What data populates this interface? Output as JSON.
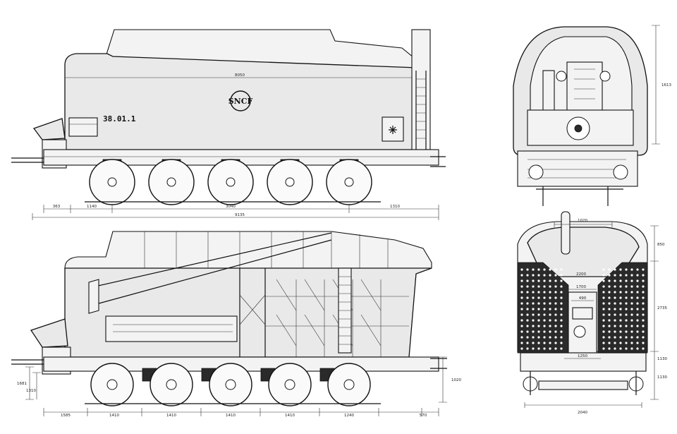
{
  "side_elevation": {
    "running_number": "38.01.1",
    "logo": "SNCF",
    "dim_top": "8050",
    "dim_bottom": [
      "363",
      "1140",
      "3040",
      "1310"
    ],
    "dim_total": "9135"
  },
  "side_section": {
    "dim_bottom": [
      "1585",
      "1410",
      "1410",
      "1410",
      "1410",
      "1240",
      "570"
    ],
    "dim_left": [
      "1681",
      "1310"
    ],
    "dim_right": "1020"
  },
  "end_view_rear": {
    "dim_right": "1613"
  },
  "end_view_section": {
    "dim_top": "1020",
    "dim_inner": [
      "2200",
      "1700",
      "490"
    ],
    "dim_right": [
      "850",
      "2735",
      "1130",
      "1130"
    ],
    "dim_lower": "1250",
    "dim_bottom": "2040"
  }
}
